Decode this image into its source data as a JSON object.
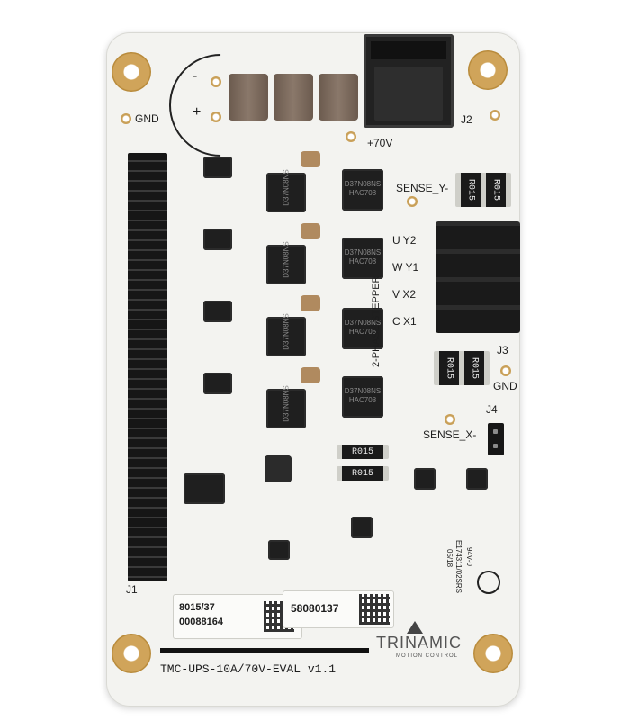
{
  "board": {
    "model": "TMC-UPS-10A/70V-EVAL",
    "version": "v1.1",
    "brand": "TRINAMIC",
    "brand_tagline": "MOTION CONTROL"
  },
  "labels": {
    "gnd_top": "GND",
    "gnd_right": "GND",
    "j1": "J1",
    "j2": "J2",
    "j3": "J3",
    "j4": "J4",
    "plus_70v": "+70V",
    "minus": "-",
    "plus": "+",
    "sense_y": "SENSE_Y-",
    "sense_x": "SENSE_X-",
    "phase_stepper": "2-PHASE STEPPER",
    "connector_pins": [
      {
        "sym": "U",
        "name": "Y2"
      },
      {
        "sym": "W",
        "name": "Y1"
      },
      {
        "sym": "V",
        "name": "X2"
      },
      {
        "sym": "C",
        "name": "X1"
      }
    ],
    "cert": [
      "94V-0",
      "E174311/02SRS",
      "05/18"
    ]
  },
  "resistors": {
    "top_left": "R015",
    "top_right": "R015",
    "mid_left": "R015",
    "mid_right": "R015",
    "lower_1": "R015",
    "lower_2": "R015"
  },
  "mosfet_marks": [
    "D37N08NS",
    "HAC708"
  ],
  "stickers": {
    "left_line1": "8015/37",
    "left_line2": "00088164",
    "right": "58080137"
  }
}
